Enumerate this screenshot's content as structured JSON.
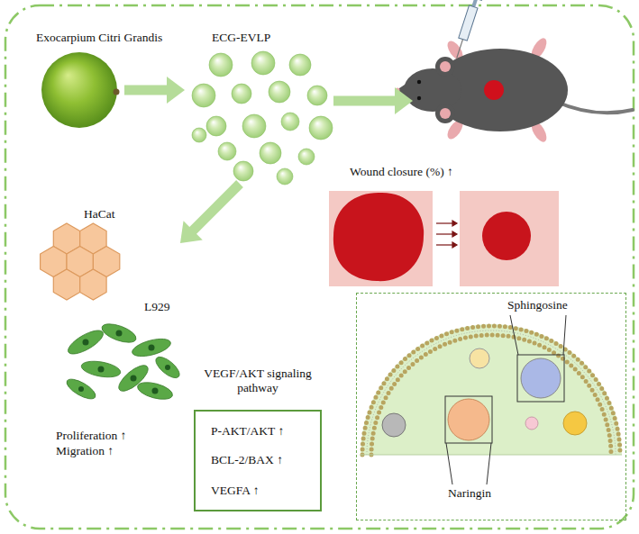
{
  "diagram": {
    "nodes": [
      {
        "text": [
          "Exocarpium Citri Grandis"
        ]
      },
      {
        "text": [
          "ECG-EVLP"
        ]
      },
      {
        "text": [
          "Wound closure (%) ↑"
        ]
      },
      {
        "text": [
          "HaCat",
          "L929",
          "Proliferation ↑",
          "Migration ↑"
        ]
      },
      {
        "text": [
          "VEGF/AKT signaling pathway",
          "P-AKT/AKT ↑",
          "BCL-2/BAX ↑",
          "VEGFA ↑"
        ]
      },
      {
        "text": [
          "Sphingosine",
          "Naringin"
        ]
      }
    ],
    "edges": [
      {
        "from": 0,
        "to": 1,
        "arrow": "to"
      },
      {
        "from": 1,
        "to": 2,
        "arrow": "to"
      },
      {
        "from": 1,
        "to": 3,
        "arrow": "to"
      }
    ]
  }
}
